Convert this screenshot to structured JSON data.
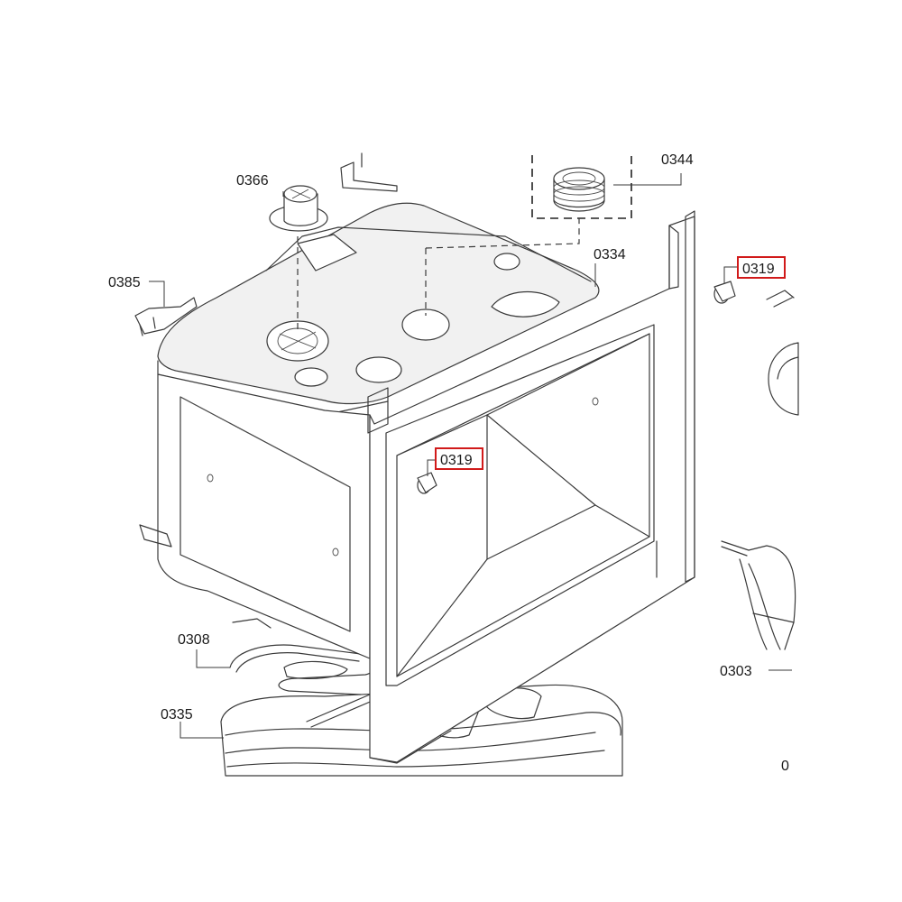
{
  "diagram": {
    "labels": {
      "p0366": "0366",
      "p0344": "0344",
      "p0334": "0334",
      "p0385": "0385",
      "p0319_a": "0319",
      "p0319_b": "0319",
      "p0308": "0308",
      "p0335": "0335",
      "p0303": "0303",
      "p0_cut": "0"
    },
    "highlight_color": "#d11a1a",
    "highlighted_parts": [
      "0319"
    ]
  }
}
